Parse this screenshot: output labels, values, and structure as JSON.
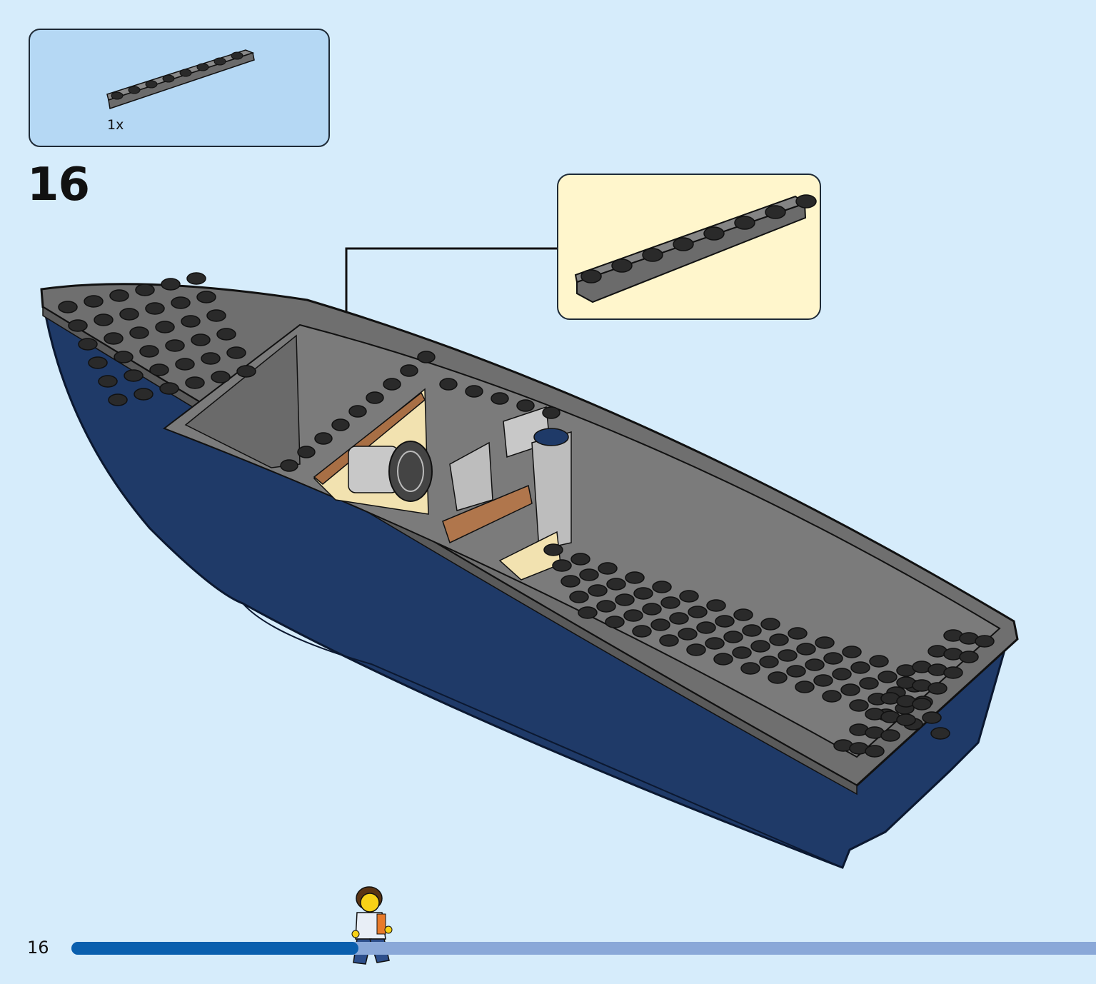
{
  "parts_list": {
    "items": [
      {
        "quantity": "1x",
        "part_color": "#6b6b6b",
        "part_shape": "plate-1x8-icon"
      }
    ]
  },
  "step": {
    "number": "16"
  },
  "callout": {
    "part_color": "#6b6b6b",
    "part_shape": "plate-1x8-icon"
  },
  "model": {
    "hull_color": "#1f3a68",
    "deck_color": "#6f6f6f",
    "stud_color": "#2a2a2a"
  },
  "footer": {
    "page_number": "16",
    "progress": 0.28
  },
  "colors": {
    "background": "#d6ecfb",
    "parts_box": "#b5d8f4",
    "callout_box": "#fff6cc",
    "progress_fill": "#0a5fae",
    "progress_track": "#8aa8d8"
  }
}
